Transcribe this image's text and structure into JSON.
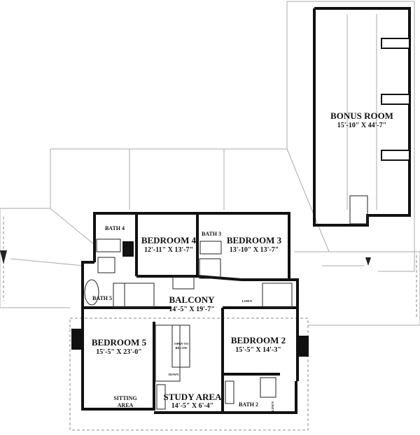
{
  "rooms": {
    "bonus_room": {
      "name": "BONUS ROOM",
      "dims": "15'-10\" X 44'-7\""
    },
    "bedroom4": {
      "name": "BEDROOM 4",
      "dims": "12'-11\" X 13'-7\""
    },
    "bedroom3": {
      "name": "BEDROOM 3",
      "dims": "13'-10\" X 13'-7\""
    },
    "balcony": {
      "name": "BALCONY",
      "dims": "14'-5\" X 19'-7\""
    },
    "bedroom5": {
      "name": "BEDROOM 5",
      "dims": "15'-5\" X 23'-0\""
    },
    "bedroom2": {
      "name": "BEDROOM 2",
      "dims": "15'-5\" X 14'-3\""
    },
    "study_area": {
      "name": "STUDY AREA",
      "dims": "14'-5\" X 6'-4\""
    },
    "sitting_area": {
      "line1": "SITTING",
      "line2": "AREA"
    },
    "bath4": "BATH 4",
    "bath3": "BATH 3",
    "bath5": "BATH 5",
    "bath2": "BATH 2",
    "open_to_below": {
      "line1": "OPEN TO",
      "line2": "BELOW"
    },
    "stair_down": "DOWN",
    "linen_balcony": "LINEN",
    "linen_bath2": "LINEN"
  }
}
